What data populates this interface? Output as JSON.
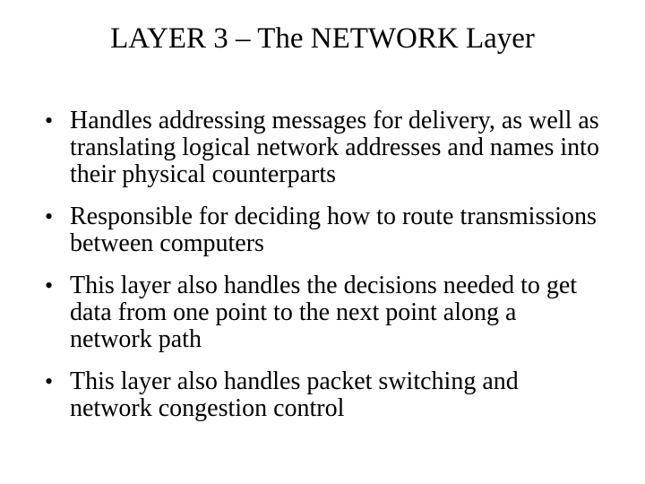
{
  "slide": {
    "title": "LAYER 3 – The NETWORK Layer",
    "bullet_char": "•",
    "bullets": [
      "Handles addressing messages for delivery, as well as translating logical network addresses and names into their physical counterparts",
      "Responsible for deciding how to route transmissions between computers",
      "This layer also handles the decisions needed to get data from one point to the next point along a network path",
      "This layer also handles packet switching and network congestion control"
    ],
    "colors": {
      "background": "#ffffff",
      "text": "#000000"
    }
  }
}
